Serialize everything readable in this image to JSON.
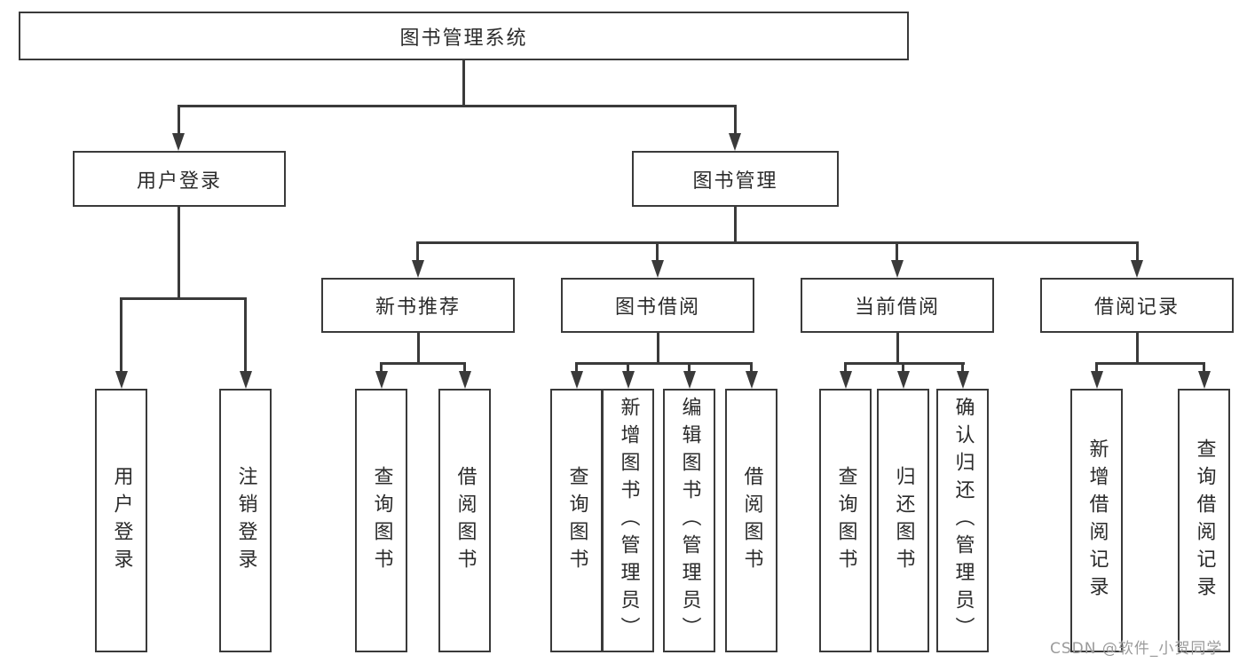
{
  "diagram": {
    "title": "图书管理系统",
    "tree": {
      "root": {
        "label": "图书管理系统",
        "children": [
          {
            "label": "用户登录",
            "children": [
              {
                "label": "用户登录"
              },
              {
                "label": "注销登录"
              }
            ]
          },
          {
            "label": "图书管理",
            "children": [
              {
                "label": "新书推荐",
                "children": [
                  {
                    "label": "查询图书"
                  },
                  {
                    "label": "借阅图书"
                  }
                ]
              },
              {
                "label": "图书借阅",
                "children": [
                  {
                    "label": "查询图书"
                  },
                  {
                    "label": "新增图书（管理员）"
                  },
                  {
                    "label": "编辑图书（管理员）"
                  },
                  {
                    "label": "借阅图书"
                  }
                ]
              },
              {
                "label": "当前借阅",
                "children": [
                  {
                    "label": "查询图书"
                  },
                  {
                    "label": "归还图书"
                  },
                  {
                    "label": "确认归还（管理员）"
                  }
                ]
              },
              {
                "label": "借阅记录",
                "children": [
                  {
                    "label": "新增借阅记录"
                  },
                  {
                    "label": "查询借阅记录"
                  }
                ]
              }
            ]
          }
        ]
      }
    },
    "colors": {
      "line": "#3a3a3a",
      "text": "#2b2b2b",
      "background": "#ffffff",
      "watermark_text_color": "#9b9b9b"
    }
  },
  "watermark": {
    "label": "CSDN @软件_小贺同学"
  }
}
